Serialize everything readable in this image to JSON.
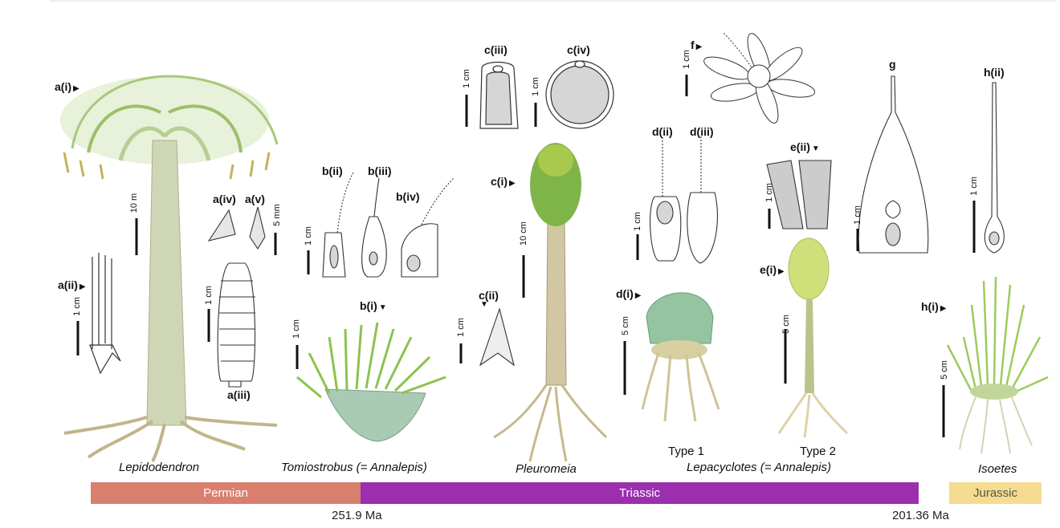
{
  "labels": {
    "a_i": "a(i)",
    "a_ii": "a(ii)",
    "a_iii": "a(iii)",
    "a_iv": "a(iv)",
    "a_v": "a(v)",
    "b_i": "b(i)",
    "b_ii": "b(ii)",
    "b_iii": "b(iii)",
    "b_iv": "b(iv)",
    "c_i": "c(i)",
    "c_ii": "c(ii)",
    "c_iii": "c(iii)",
    "c_iv": "c(iv)",
    "d_i": "d(i)",
    "d_ii": "d(ii)",
    "d_iii": "d(iii)",
    "e_i": "e(i)",
    "e_ii": "e(ii)",
    "f": "f",
    "g": "g",
    "h_i": "h(i)",
    "h_ii": "h(ii)"
  },
  "scales": {
    "ten_m": "10 m",
    "five_mm": "5 mm",
    "one_cm": "1 cm",
    "ten_cm": "10 cm",
    "five_cm": "5 cm"
  },
  "taxa": {
    "lepidodendron": "Lepidodendron",
    "tomiostrobus": "Tomiostrobus (= Annalepis)",
    "pleuromeia": "Pleuromeia",
    "lepacyclotes": "Lepacyclotes (= Annalepis)",
    "isoetes": "Isoetes",
    "type1": "Type 1",
    "type2": "Type 2"
  },
  "timeline": {
    "periods": [
      {
        "name": "Permian",
        "color": "#d97f6e"
      },
      {
        "name": "Triassic",
        "color": "#9b2fae"
      },
      {
        "name": "Jurassic",
        "color": "#f5dc90"
      }
    ],
    "boundaries": [
      "251.9 Ma",
      "201.36 Ma"
    ]
  },
  "colors": {
    "plant_green": "#8fc25a",
    "cone_green": "#79ad3f",
    "trunk": "#cfcfb0",
    "root": "#b8a77a",
    "line": "#333333",
    "fill_grey": "#d6d6d6"
  }
}
